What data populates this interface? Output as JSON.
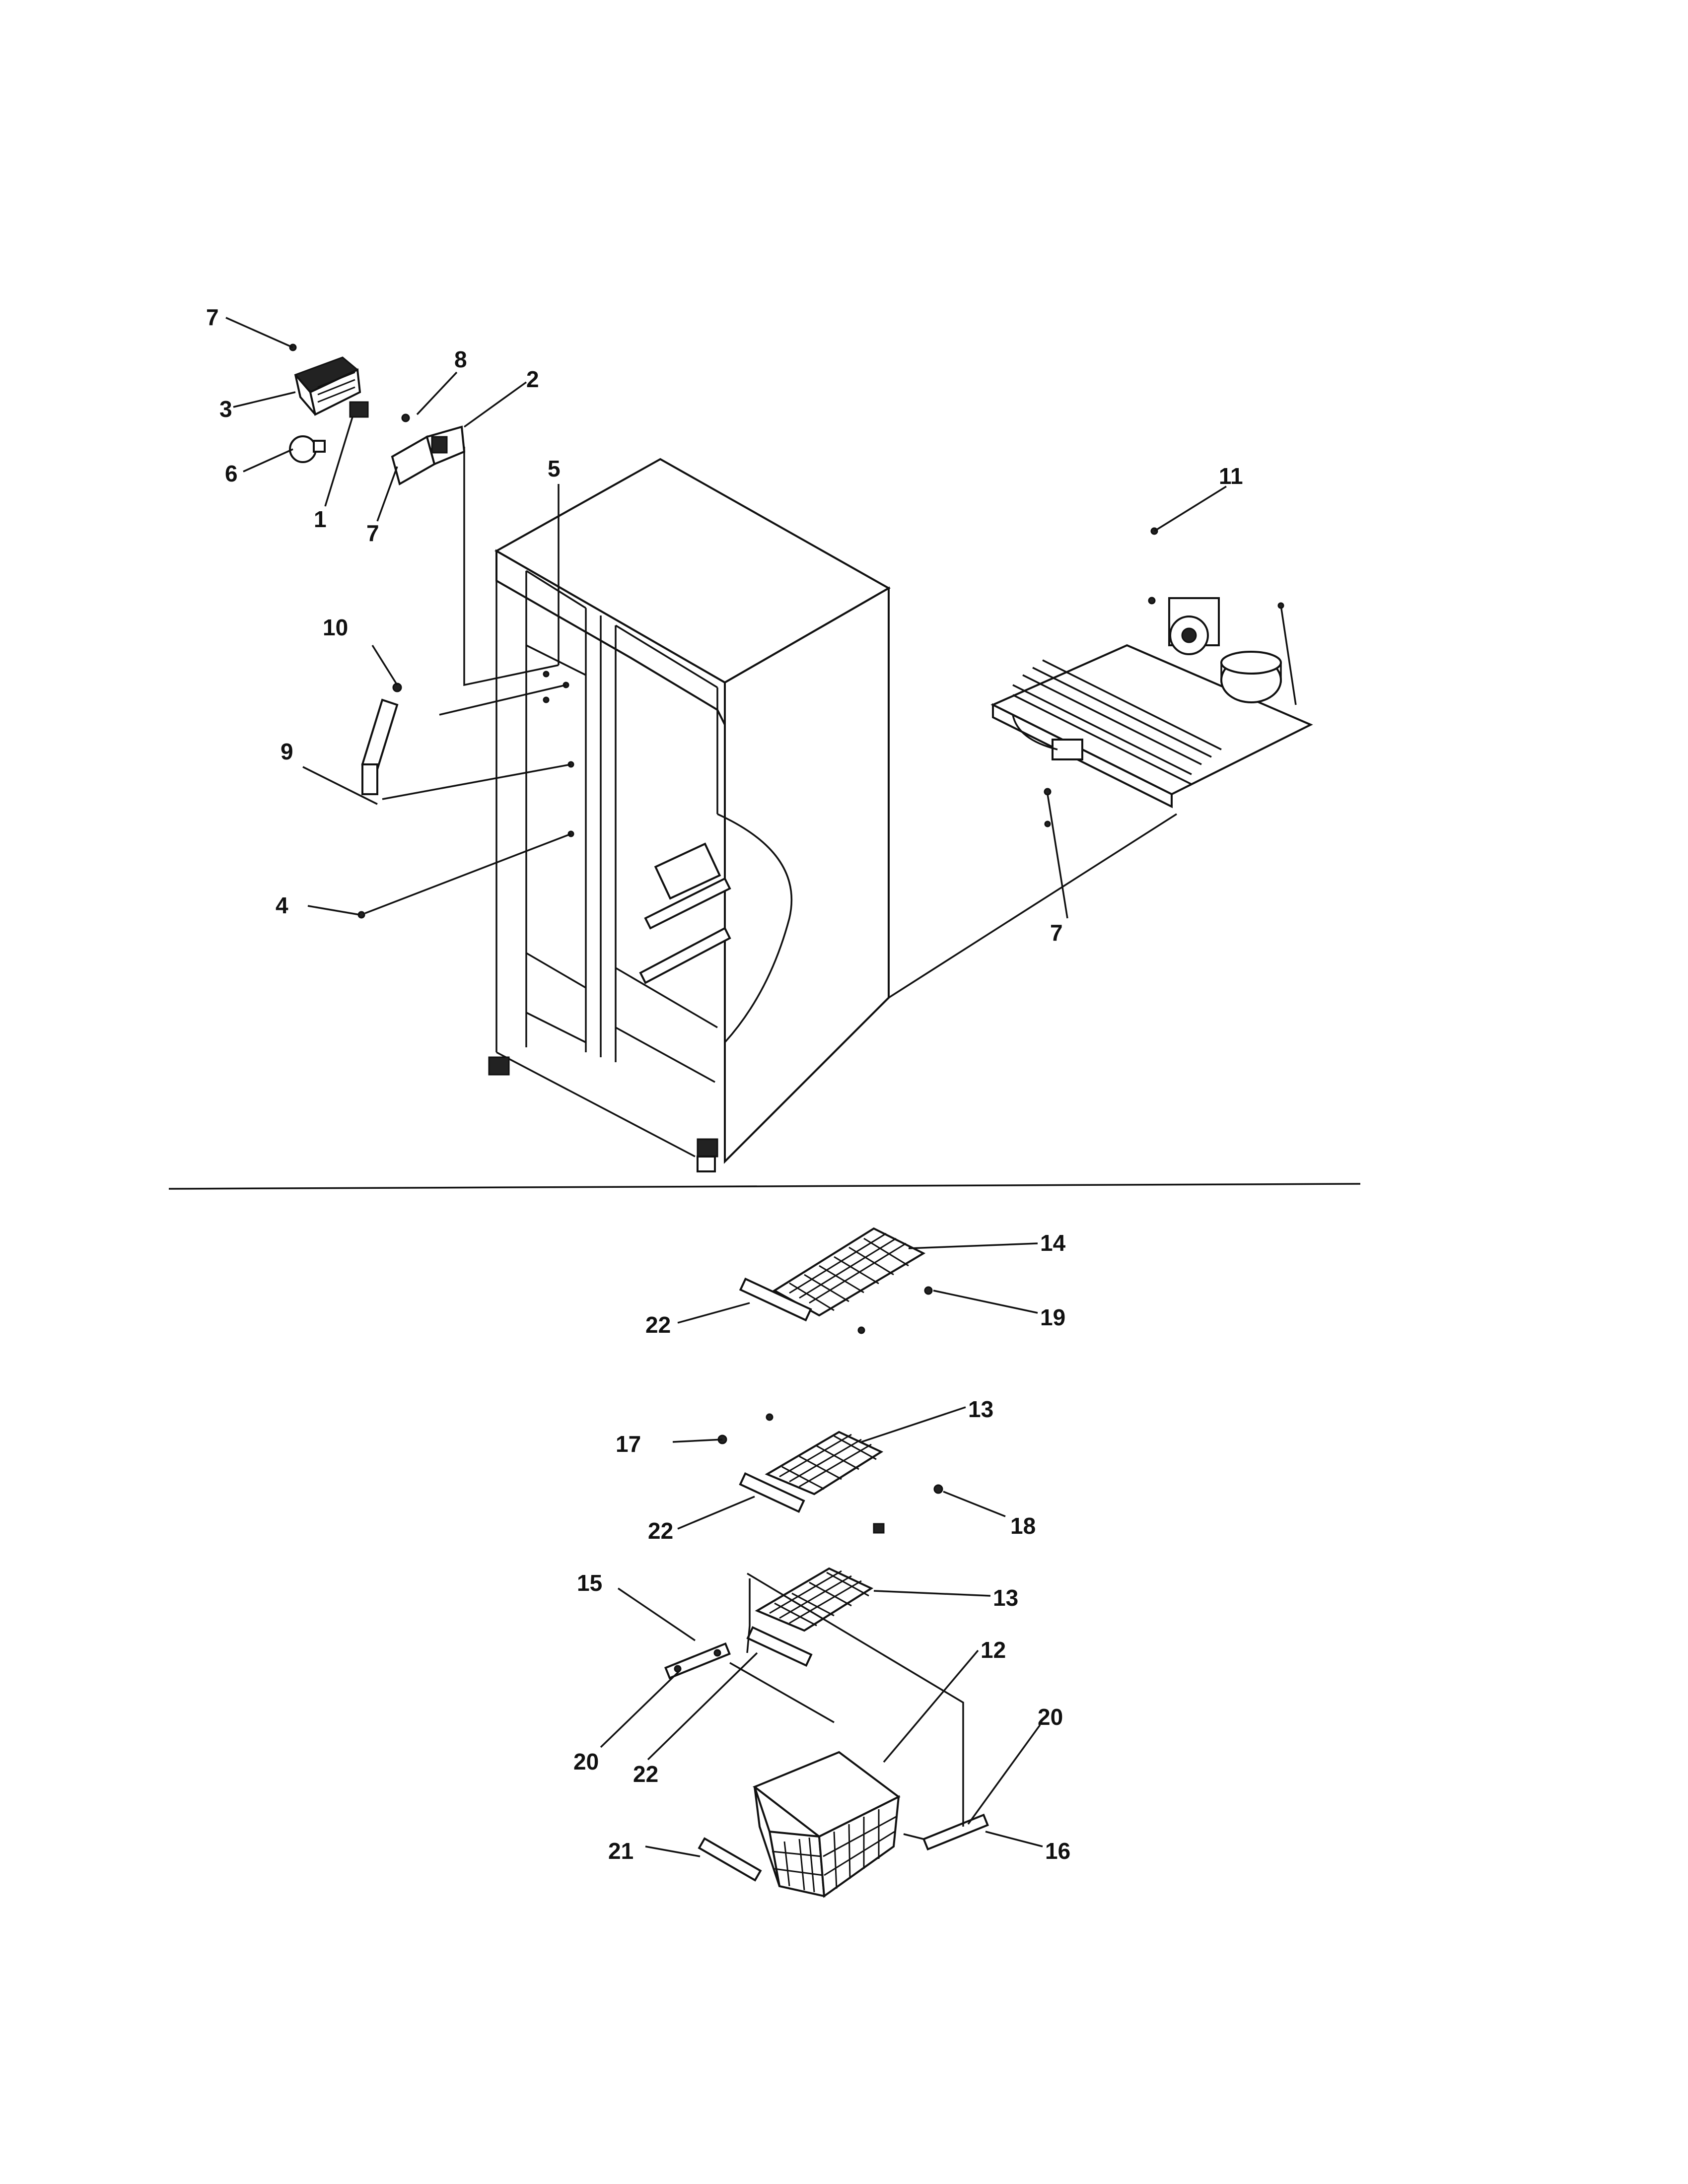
{
  "callouts": {
    "c1": "1",
    "c2": "2",
    "c3": "3",
    "c4": "4",
    "c5": "5",
    "c6": "6",
    "c7a": "7",
    "c7b": "7",
    "c7c": "7",
    "c8": "8",
    "c9": "9",
    "c10": "10",
    "c11": "11",
    "c12": "12",
    "c13a": "13",
    "c13b": "13",
    "c14": "14",
    "c15": "15",
    "c16": "16",
    "c17": "17",
    "c18": "18",
    "c19": "19",
    "c20a": "20",
    "c20b": "20",
    "c21": "21",
    "c22a": "22",
    "c22b": "22",
    "c22c": "22"
  }
}
